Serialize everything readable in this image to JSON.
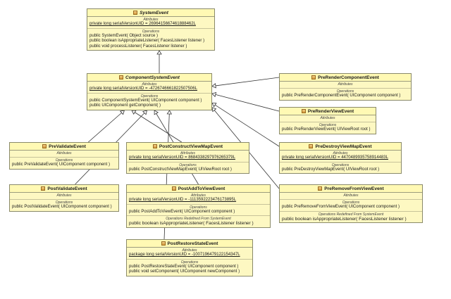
{
  "labels": {
    "attributes": "Attributes",
    "operations": "Operations",
    "operations_redefined": "Operations Redefined From SystemEvent"
  },
  "classes": {
    "SystemEvent": {
      "name": "SystemEvent",
      "abstract": true,
      "attributes": [
        "private long serialVersionUID = 2696415667461888462L"
      ],
      "operations": [
        "public SystemEvent( Object source )",
        "public boolean  isAppropriateListener( FacesListener listener )",
        "public void  processListener( FacesListener listener )"
      ]
    },
    "ComponentSystemEvent": {
      "name": "ComponentSystemEvent",
      "abstract": true,
      "attributes": [
        "private long serialVersionUID = -4726746661822507506L"
      ],
      "operations": [
        "public ComponentSystemEvent( UIComponent component )",
        "public UIComponent  getComponent(  )"
      ]
    },
    "PreRenderComponentEvent": {
      "name": "PreRenderComponentEvent",
      "abstract": false,
      "attributes": [],
      "operations": [
        "public PreRenderComponentEvent( UIComponent component )"
      ]
    },
    "PreRenderViewEvent": {
      "name": "PreRenderViewEvent",
      "abstract": false,
      "attributes": [],
      "operations": [
        "public PreRenderViewEvent( UIViewRoot root )"
      ]
    },
    "PreValidateEvent": {
      "name": "PreValidateEvent",
      "abstract": false,
      "attributes": [],
      "operations": [
        "public PreValidateEvent( UIComponent component )"
      ]
    },
    "PostConstructViewMapEvent": {
      "name": "PostConstructViewMapEvent",
      "abstract": false,
      "attributes": [
        "private long serialVersionUID = 8684338297976265379L"
      ],
      "operations": [
        "public PostConstructViewMapEvent( UIViewRoot root )"
      ]
    },
    "PreDestroyViewMapEvent": {
      "name": "PreDestroyViewMapEvent",
      "abstract": false,
      "attributes": [
        "private long serialVersionUID = 4470489935758914483L"
      ],
      "operations": [
        "public PreDestroyViewMapEvent( UIViewRoot root )"
      ]
    },
    "PostValidateEvent": {
      "name": "PostValidateEvent",
      "abstract": false,
      "attributes": [],
      "operations": [
        "public PostValidateEvent( UIComponent component )"
      ]
    },
    "PostAddToViewEvent": {
      "name": "PostAddToViewEvent",
      "abstract": false,
      "attributes": [
        "private long serialVersionUID = -1113592223476173895L"
      ],
      "operations": [
        "public PostAddToViewEvent( UIComponent component )"
      ],
      "redefined": [
        "public boolean  isAppropriateListener( FacesListener listener )"
      ]
    },
    "PreRemoveFromViewEvent": {
      "name": "PreRemoveFromViewEvent",
      "abstract": false,
      "attributes": [],
      "operations": [
        "public PreRemoveFromViewEvent( UIComponent component )"
      ],
      "redefined": [
        "public boolean  isAppropriateListener( FacesListener listener )"
      ]
    },
    "PostRestoreStateEvent": {
      "name": "PostRestoreStateEvent",
      "abstract": false,
      "attributes": [
        "package long serialVersionUID = -1007196479122154347L"
      ],
      "operations": [
        "public PostRestoreStateEvent( UIComponent component )",
        "public void  setComponent( UIComponent newComponent )"
      ]
    }
  }
}
